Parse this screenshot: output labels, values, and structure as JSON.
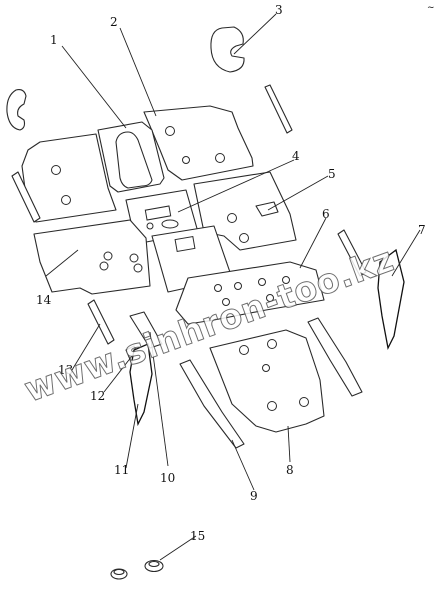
{
  "diagram": {
    "callouts": [
      "1",
      "2",
      "3",
      "4",
      "5",
      "6",
      "7",
      "8",
      "9",
      "10",
      "11",
      "12",
      "13",
      "14",
      "15"
    ],
    "watermark": "www.sinhron-too.kz",
    "corner_mark": "~"
  }
}
